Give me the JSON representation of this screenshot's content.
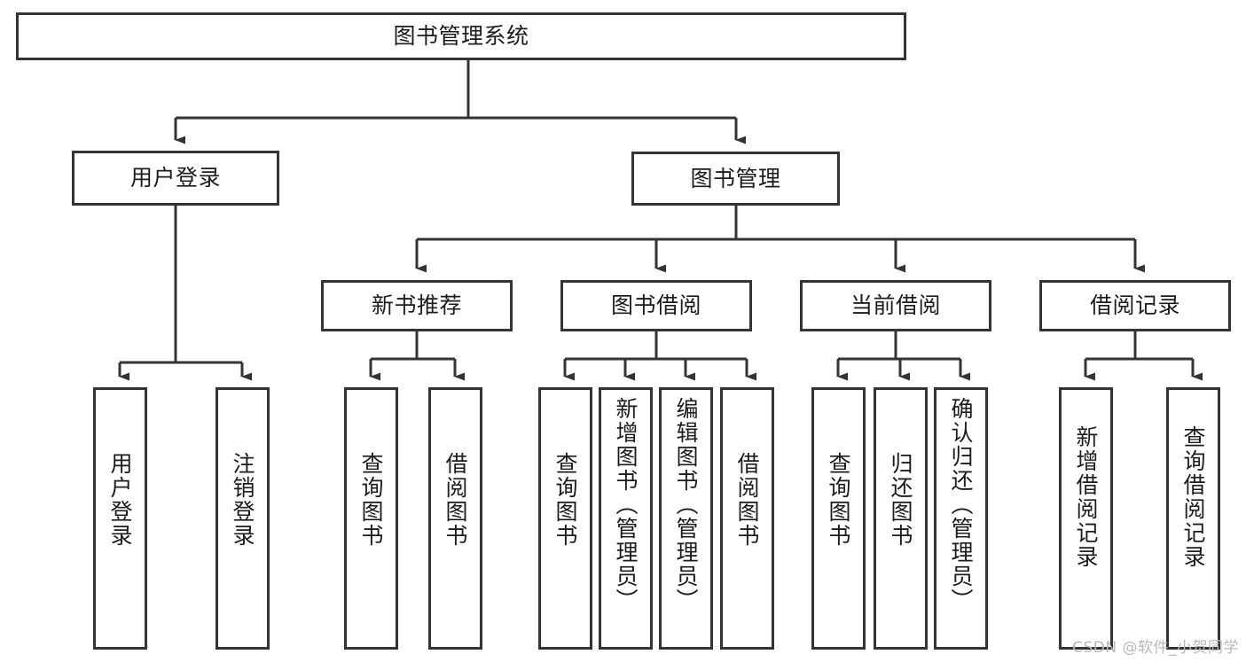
{
  "diagram": {
    "title": "图书管理系统",
    "watermark": "CSDN @软件_小贺同学",
    "line_color": "#343434",
    "text_color": "#1c1c1c",
    "background": "#ffffff",
    "nodes": {
      "root": {
        "label": "图书管理系统"
      },
      "level2": [
        {
          "key": "user_login",
          "label": "用户登录"
        },
        {
          "key": "book_manage",
          "label": "图书管理"
        }
      ],
      "level3": [
        {
          "key": "new_book_rec",
          "label": "新书推荐"
        },
        {
          "key": "book_borrow",
          "label": "图书借阅"
        },
        {
          "key": "current_borrow",
          "label": "当前借阅"
        },
        {
          "key": "borrow_record",
          "label": "借阅记录"
        }
      ],
      "leaves": [
        {
          "key": "leaf_user_login",
          "label": "用户登录"
        },
        {
          "key": "leaf_logout_login",
          "label": "注销登录"
        },
        {
          "key": "leaf_query_book_1",
          "label": "查询图书"
        },
        {
          "key": "leaf_borrow_book_1",
          "label": "借阅图书"
        },
        {
          "key": "leaf_query_book_2",
          "label": "查询图书"
        },
        {
          "key": "leaf_add_book_admin",
          "label": "新增图书（管理员）"
        },
        {
          "key": "leaf_edit_book_admin",
          "label": "编辑图书（管理员）"
        },
        {
          "key": "leaf_borrow_book_2",
          "label": "借阅图书"
        },
        {
          "key": "leaf_query_book_3",
          "label": "查询图书"
        },
        {
          "key": "leaf_return_book",
          "label": "归还图书"
        },
        {
          "key": "leaf_confirm_return_admin",
          "label": "确认归还（管理员）"
        },
        {
          "key": "leaf_add_borrow_record",
          "label": "新增借阅记录"
        },
        {
          "key": "leaf_query_borrow_record",
          "label": "查询借阅记录"
        }
      ]
    }
  }
}
